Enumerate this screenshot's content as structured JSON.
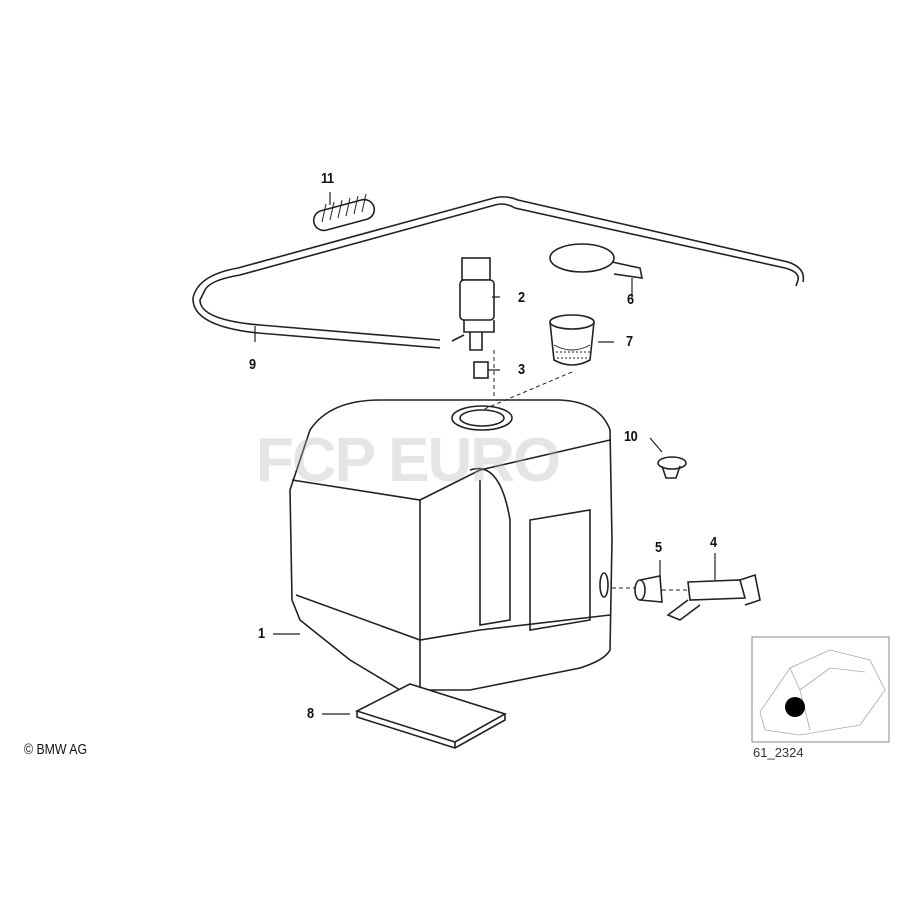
{
  "diagram": {
    "callouts": [
      {
        "number": "1",
        "part": "tank"
      },
      {
        "number": "2",
        "part": "pump"
      },
      {
        "number": "3",
        "part": "grommet"
      },
      {
        "number": "4",
        "part": "level-sensor"
      },
      {
        "number": "5",
        "part": "sensor-grommet"
      },
      {
        "number": "6",
        "part": "cap"
      },
      {
        "number": "7",
        "part": "strainer"
      },
      {
        "number": "8",
        "part": "pad"
      },
      {
        "number": "9",
        "part": "hose"
      },
      {
        "number": "10",
        "part": "plug"
      },
      {
        "number": "11",
        "part": "spring-sleeve"
      }
    ],
    "copyright": "© BMW AG",
    "reference_code": "61_2324",
    "watermark": "FCP EURO",
    "colors": {
      "line": "#222222",
      "marker": "#000000"
    }
  }
}
